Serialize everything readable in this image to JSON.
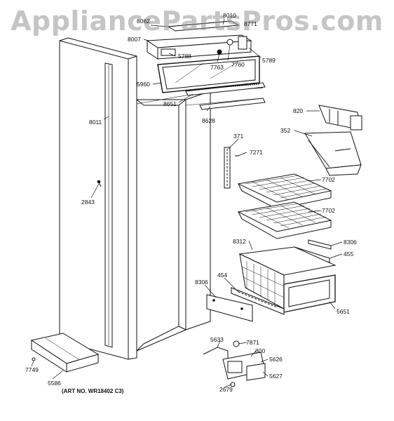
{
  "watermark": "AppliancePartsPros.com",
  "art_number": "(ART NO. WR18402 C3)",
  "colors": {
    "line": "#111111",
    "fill": "#ffffff",
    "shade": "#cfcfcf",
    "watermark": "#969696"
  },
  "labels": {
    "p8062": "8062",
    "p8010": "8010",
    "p8007": "8007",
    "p8771": "8771",
    "p5788": "5788",
    "p7763": "7763",
    "p7760": "7760",
    "p5789": "5789",
    "p5960": "5960",
    "p8651": "8651",
    "p8628": "8628",
    "p8011": "8011",
    "p820": "820",
    "p352": "352",
    "p371": "371",
    "p7271": "7271",
    "p7702a": "7702",
    "p7702b": "7702",
    "p2843": "2843",
    "p8306a": "8306",
    "p8312": "8312",
    "p455": "455",
    "p454": "454",
    "p8306b": "8306",
    "p5651": "5651",
    "p5633": "5633",
    "p7871": "7871",
    "p800": "800",
    "p5626": "5626",
    "p5627": "5627",
    "p2679": "2679",
    "p7749": "7749",
    "p5586": "5586"
  }
}
